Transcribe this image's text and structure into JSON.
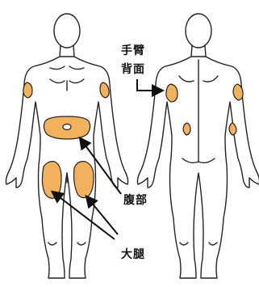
{
  "labels": {
    "arm_back_line1": "手臂",
    "arm_back_line2": "背面",
    "abdomen": "腹部",
    "thigh": "大腿"
  },
  "colors": {
    "injection_site": "#f2b15c",
    "outline": "#222222",
    "arrow": "#111111",
    "body_fill": "#ffffff"
  }
}
